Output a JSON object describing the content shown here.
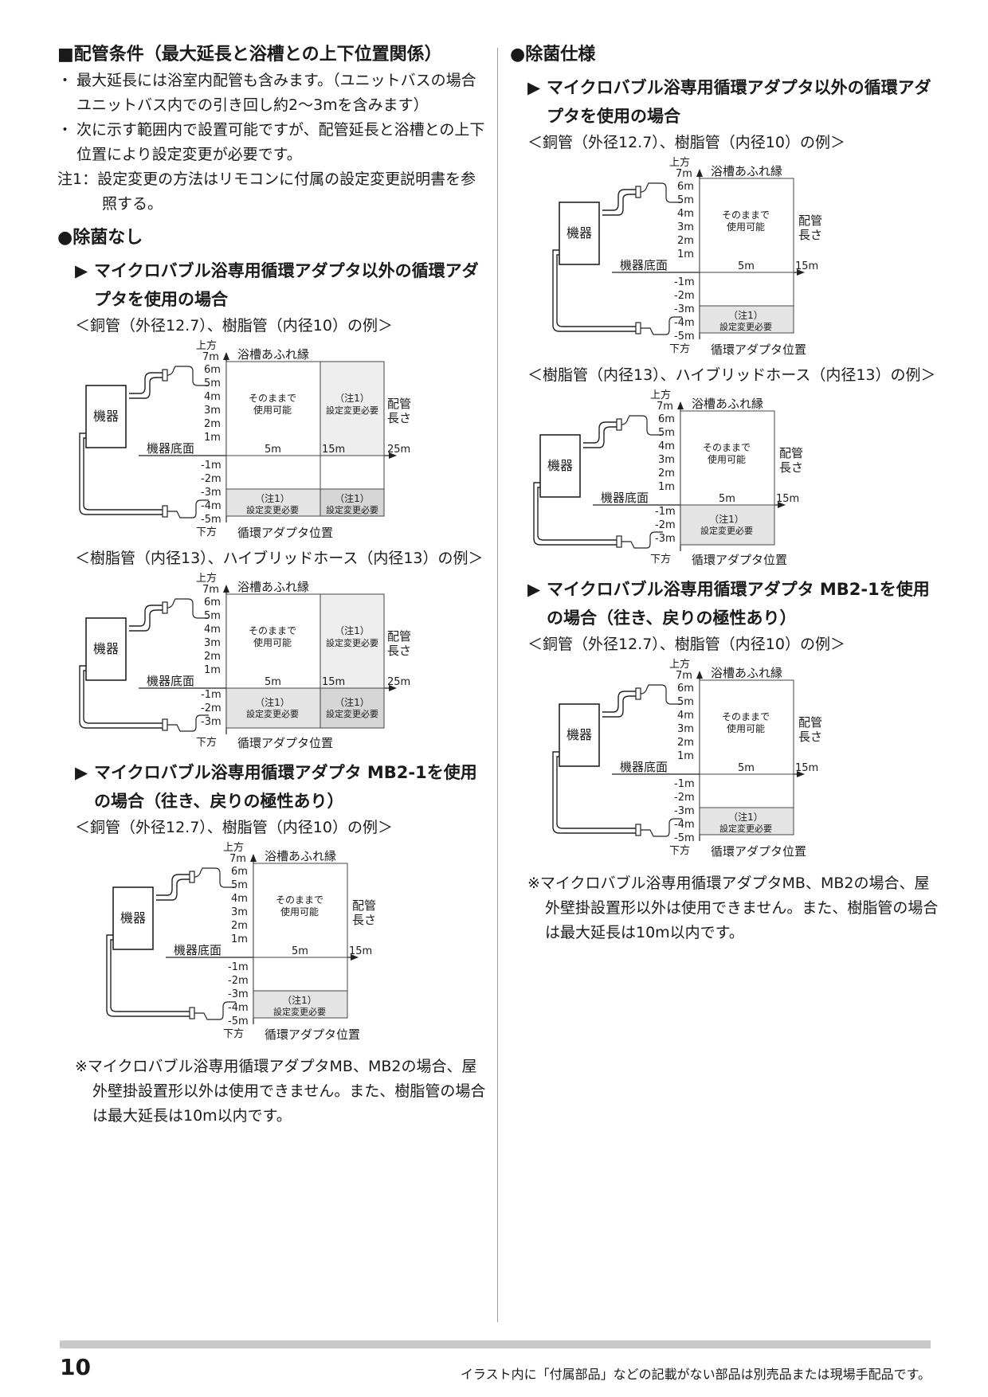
{
  "header": {
    "piping_title": "■配管条件（最大延長と浴槽との上下位置関係）",
    "bullets": [
      "最大延長には浴室内配管も含みます。（ユニットバスの場合ユニットバス内での引き回し約2〜3mを含みます）",
      "次に示す範囲内で設置可能ですが、配管延長と浴槽との上下位置により設定変更が必要です。"
    ],
    "note1": "注1：設定変更の方法はリモコンに付属の設定変更説明書を参照する。"
  },
  "sections": {
    "no_sterilize": "●除菌なし",
    "sterilize": "●除菌仕様"
  },
  "cases": {
    "other_adapter": "マイクロバブル浴専用循環アダプタ以外の循環アダプタを使用の場合",
    "mb21_adapter": "マイクロバブル浴専用循環アダプタ MB2-1を使用の場合（往き、戻りの極性あり）"
  },
  "examples": {
    "copper": "＜銅管（外径12.7）、樹脂管（内径10）の例＞",
    "resin13": "＜樹脂管（内径13）、ハイブリッドホース（内径13）の例＞"
  },
  "diagram_labels": {
    "upper": "上方",
    "lower": "下方",
    "tub_rim": "浴槽あふれ縁",
    "unit": "機器",
    "unit_bottom": "機器底面",
    "usable_1": "そのままで",
    "usable_2": "使用可能",
    "note_ref": "（注1）",
    "setting_change": "設定変更必要",
    "pipe_len_1": "配管",
    "pipe_len_2": "長さ",
    "adapter_pos": "循環アダプタ位置",
    "up_ticks": [
      "7m",
      "6m",
      "5m",
      "4m",
      "3m",
      "2m",
      "1m"
    ],
    "down_ticks": [
      "-1m",
      "-2m",
      "-3m",
      "-4m",
      "-5m"
    ],
    "x5": "5m",
    "x15": "15m",
    "x25": "25m"
  },
  "caution": "※マイクロバブル浴専用循環アダプタMB、MB2の場合、屋外壁掛設置形以外は使用できません。また、樹脂管の場合は最大延長は10m以内です。",
  "footer": {
    "page_number": "10",
    "note": "イラスト内に「付属部品」などの記載がない部品は別売品または現場手配品です。"
  }
}
